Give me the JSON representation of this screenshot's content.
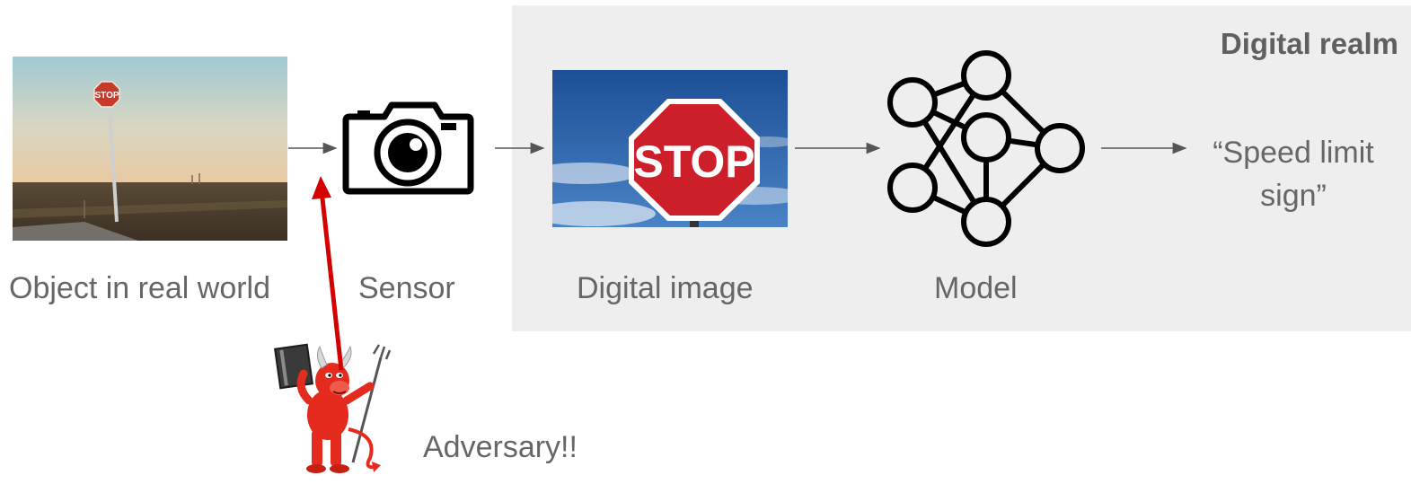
{
  "realm": {
    "title": "Digital realm"
  },
  "stages": {
    "object_label": "Object in real world",
    "sensor_label": "Sensor",
    "digital_image_label": "Digital image",
    "model_label": "Model"
  },
  "output": {
    "prediction": "“Speed limit sign”"
  },
  "adversary": {
    "label": "Adversary!!"
  },
  "signs": {
    "photo_sign_text": "STOP",
    "digital_sign_text": "STOP"
  },
  "colors": {
    "panel_bg": "#eeeeee",
    "attack_arrow": "#d40000",
    "flow_arrow": "#555555",
    "text": "#666666",
    "sign_red": "#c8102e",
    "sky_blue": "#2f63a8",
    "devil_red": "#e52b1e"
  },
  "icons": {
    "camera": "camera-icon",
    "network": "neural-network-icon",
    "adversary": "devil-icon"
  }
}
